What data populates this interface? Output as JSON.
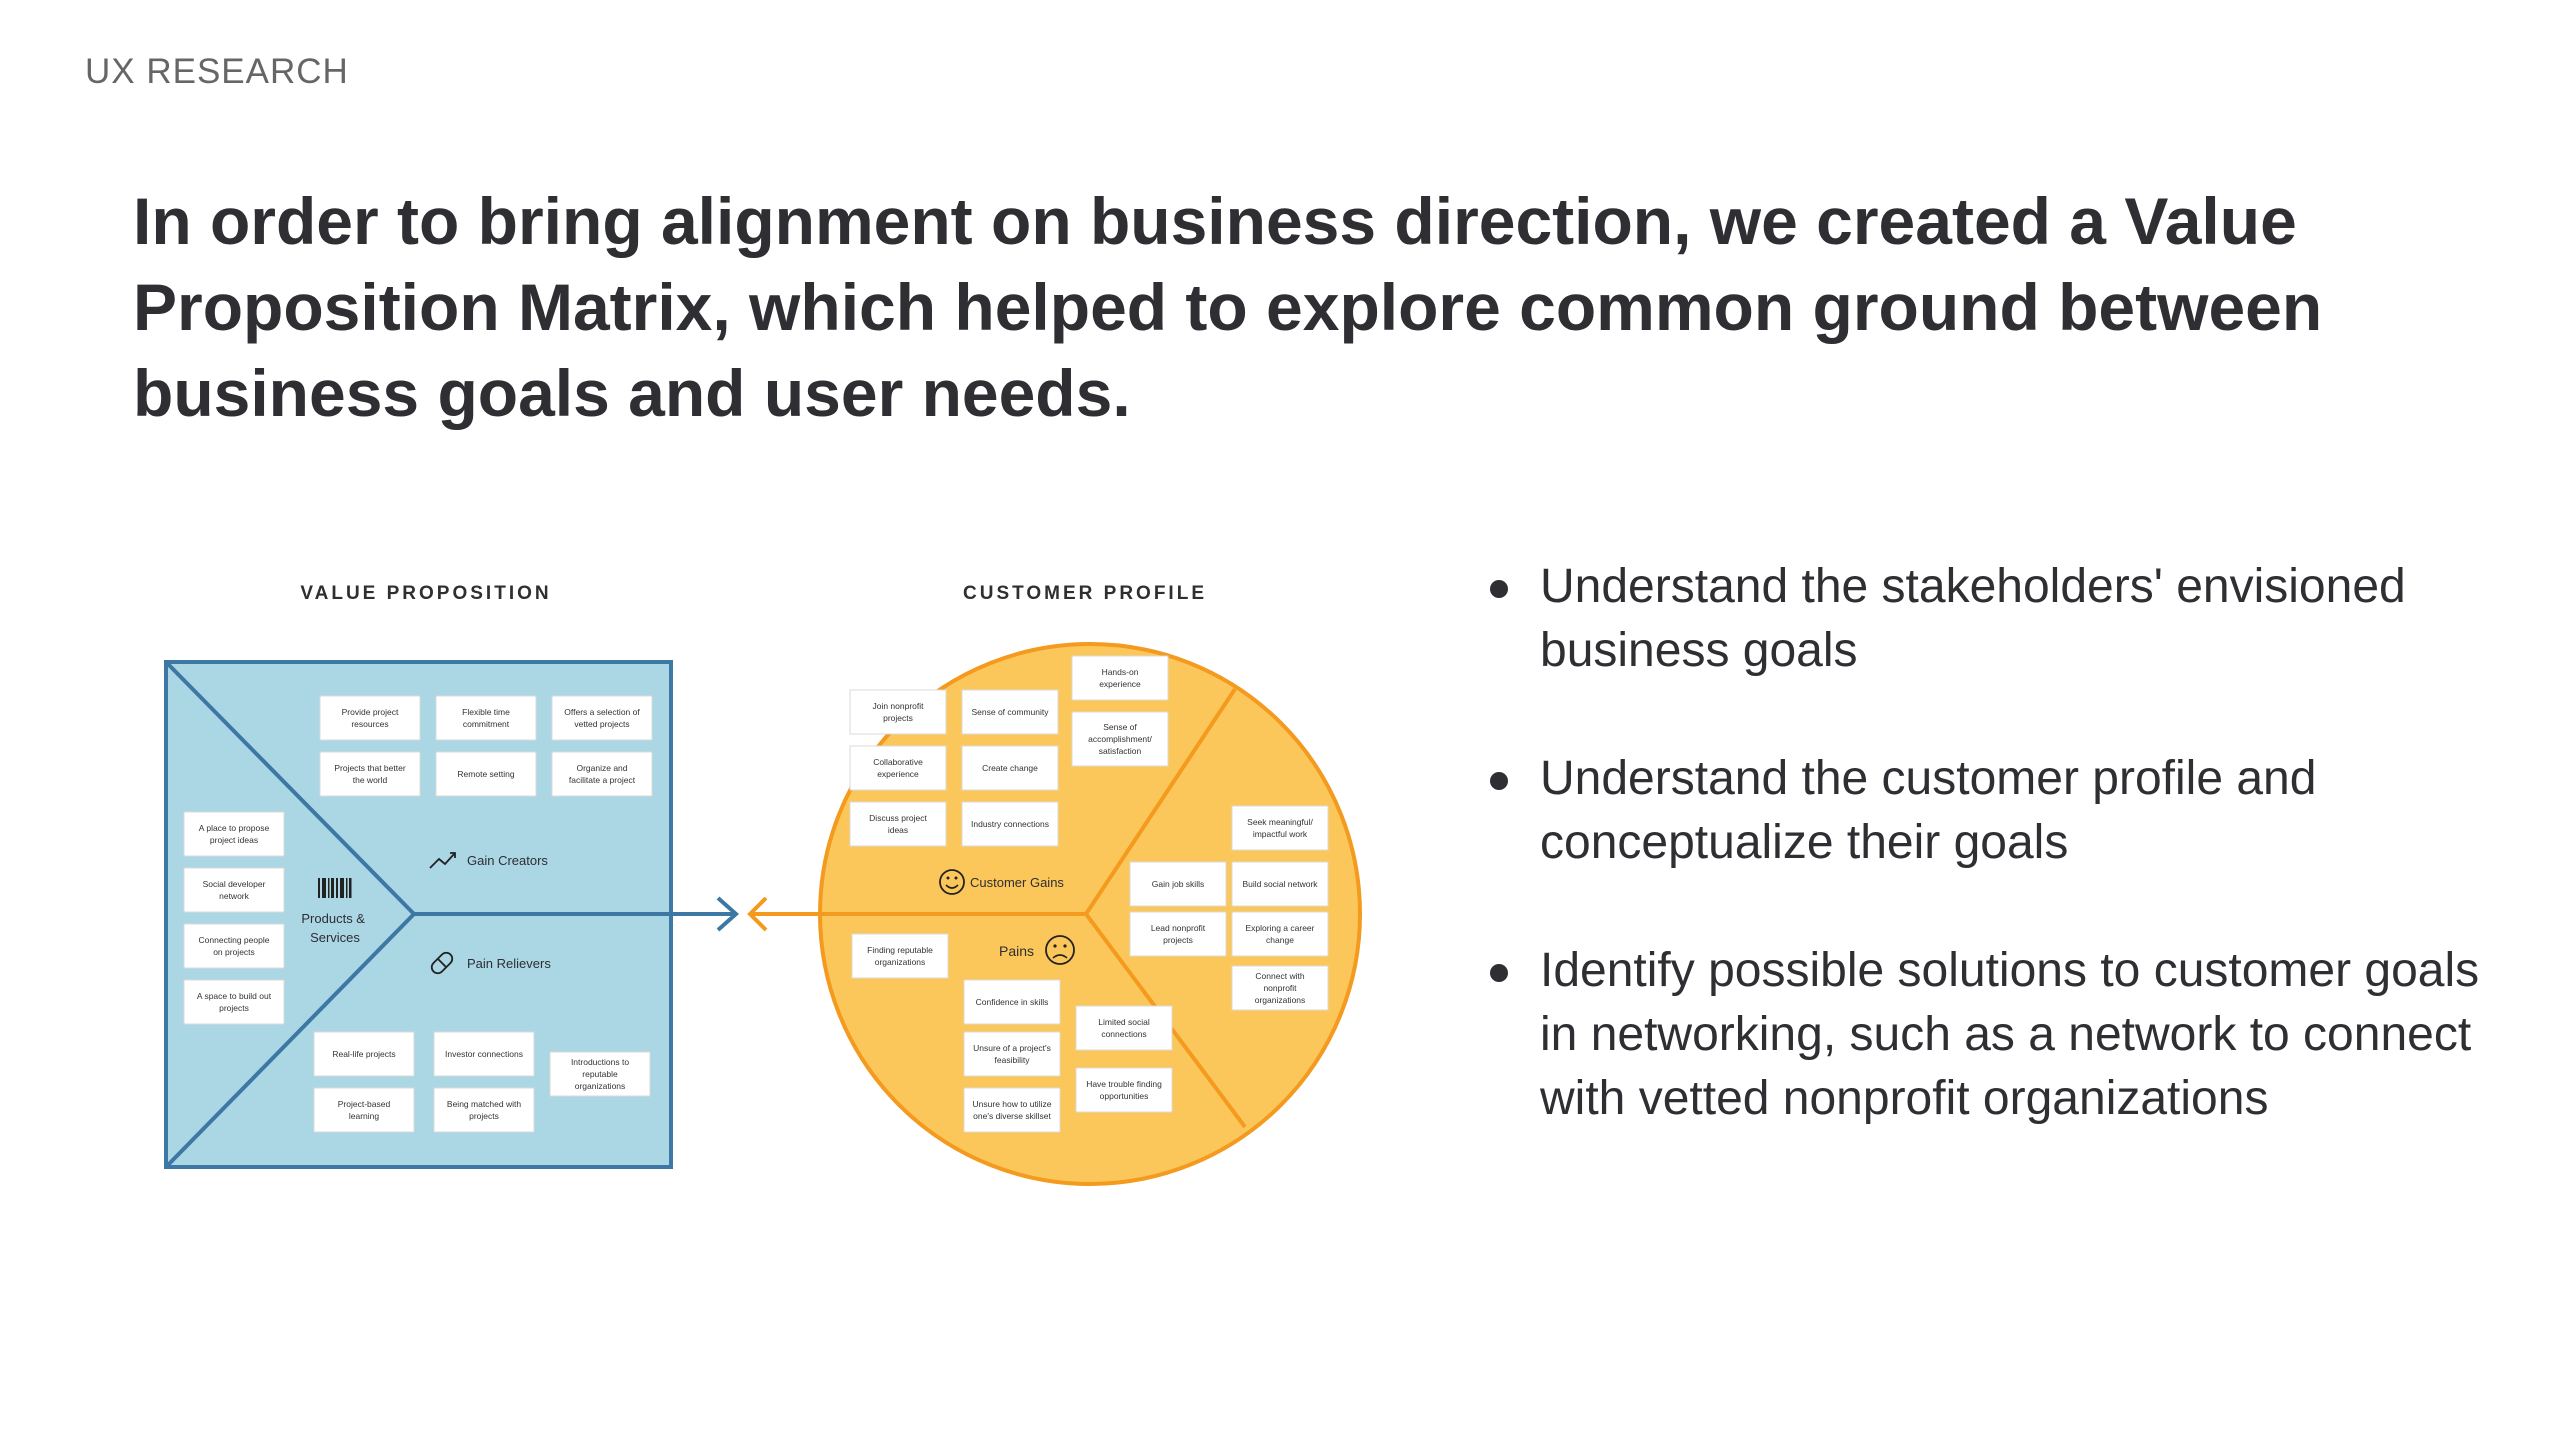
{
  "header": {
    "eyebrow": "UX RESEARCH"
  },
  "headline": "In order to bring alignment on business direction, we created a Value Proposition Matrix, which helped to explore common ground between business goals and user needs.",
  "diagram": {
    "value_proposition": {
      "title": "VALUE PROPOSITION",
      "products_services": "Products & Services",
      "gain_creators": "Gain Creators",
      "pain_relievers": "Pain Relievers",
      "colors": {
        "fill": "#abd6e4",
        "stroke": "#3d78a5"
      },
      "notes_gain_creators": [
        [
          "Provide project",
          "resources"
        ],
        [
          "Flexible time",
          "commitment"
        ],
        [
          "Offers a selection of",
          "vetted projects"
        ],
        [
          "Projects that better",
          "the world"
        ],
        [
          "Remote setting"
        ],
        [
          "Organize and",
          "facilitate a project"
        ]
      ],
      "notes_products": [
        [
          "A place to propose",
          "project ideas"
        ],
        [
          "Social developer",
          "network"
        ],
        [
          "Connecting people",
          "on projects"
        ],
        [
          "A space to build out",
          "projects"
        ]
      ],
      "notes_pain_relievers": [
        [
          "Real-life projects"
        ],
        [
          "Investor connections"
        ],
        [
          "Introductions to",
          "reputable",
          "organizations"
        ],
        [
          "Project-based",
          "learning"
        ],
        [
          "Being matched with",
          "projects"
        ]
      ]
    },
    "customer_profile": {
      "title": "CUSTOMER PROFILE",
      "customer_gains": "Customer Gains",
      "pains": "Pains",
      "colors": {
        "fill": "#fcc75a",
        "stroke": "#f39a1f"
      },
      "notes_gains": [
        [
          "Hands-on",
          "experience"
        ],
        [
          "Join nonprofit",
          "projects"
        ],
        [
          "Sense of community"
        ],
        [
          "Sense of",
          "accomplishment/",
          "satisfaction"
        ],
        [
          "Collaborative",
          "experience"
        ],
        [
          "Create change"
        ],
        [
          "Discuss project",
          "ideas"
        ],
        [
          "Industry connections"
        ]
      ],
      "notes_jobs": [
        [
          "Seek meaningful/",
          "impactful work"
        ],
        [
          "Gain job skills"
        ],
        [
          "Build social network"
        ],
        [
          "Lead nonprofit",
          "projects"
        ],
        [
          "Exploring a career",
          "change"
        ],
        [
          "Connect with",
          "nonprofit",
          "organizations"
        ]
      ],
      "notes_pains": [
        [
          "Finding reputable",
          "organizations"
        ],
        [
          "Confidence in skills"
        ],
        [
          "Limited social",
          "connections"
        ],
        [
          "Unsure of a project's",
          "feasibility"
        ],
        [
          "Unsure how to utilize",
          "one's diverse skillset"
        ],
        [
          "Have trouble finding",
          "opportunities"
        ]
      ]
    }
  },
  "bullets": [
    "Understand the stakeholders' envisioned business goals",
    "Understand the customer profile and conceptualize their goals",
    "Identify possible solutions to customer goals in networking, such as a network to connect with vetted nonprofit organizations"
  ]
}
